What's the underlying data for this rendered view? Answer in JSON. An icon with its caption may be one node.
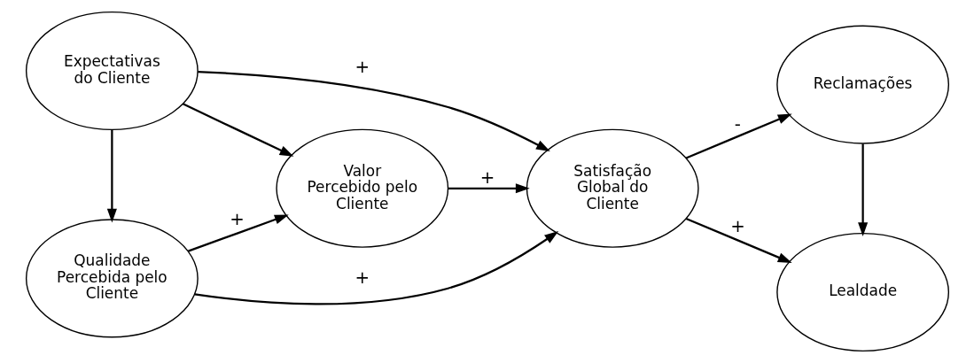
{
  "diagram": {
    "nodes": [
      {
        "text": [
          "Qualidade Percebida pelo Cliente"
        ]
      },
      {
        "text": [
          "Expectativas do Cliente"
        ]
      },
      {
        "text": [
          "Valor Percebido pelo Cliente"
        ]
      },
      {
        "text": [
          "Satisfação Global do Cliente"
        ]
      },
      {
        "text": [
          "Reclamações"
        ]
      },
      {
        "text": [
          "Lealdade"
        ]
      }
    ],
    "edges": [
      {
        "from": 1,
        "to": 0,
        "arrow": "to"
      },
      {
        "from": 0,
        "to": 2,
        "arrow": "to",
        "label": "+"
      },
      {
        "from": 0,
        "to": 3,
        "arrow": "to",
        "label": "+"
      },
      {
        "from": 1,
        "to": 2,
        "arrow": "to"
      },
      {
        "from": 2,
        "to": 3,
        "arrow": "to",
        "label": "+"
      },
      {
        "from": 1,
        "to": 3,
        "arrow": "to",
        "label": "+"
      },
      {
        "from": 3,
        "to": 4,
        "arrow": "to",
        "label": "-"
      },
      {
        "from": 3,
        "to": 5,
        "arrow": "to",
        "label": "+"
      },
      {
        "from": 4,
        "to": 5,
        "arrow": "to"
      }
    ]
  }
}
